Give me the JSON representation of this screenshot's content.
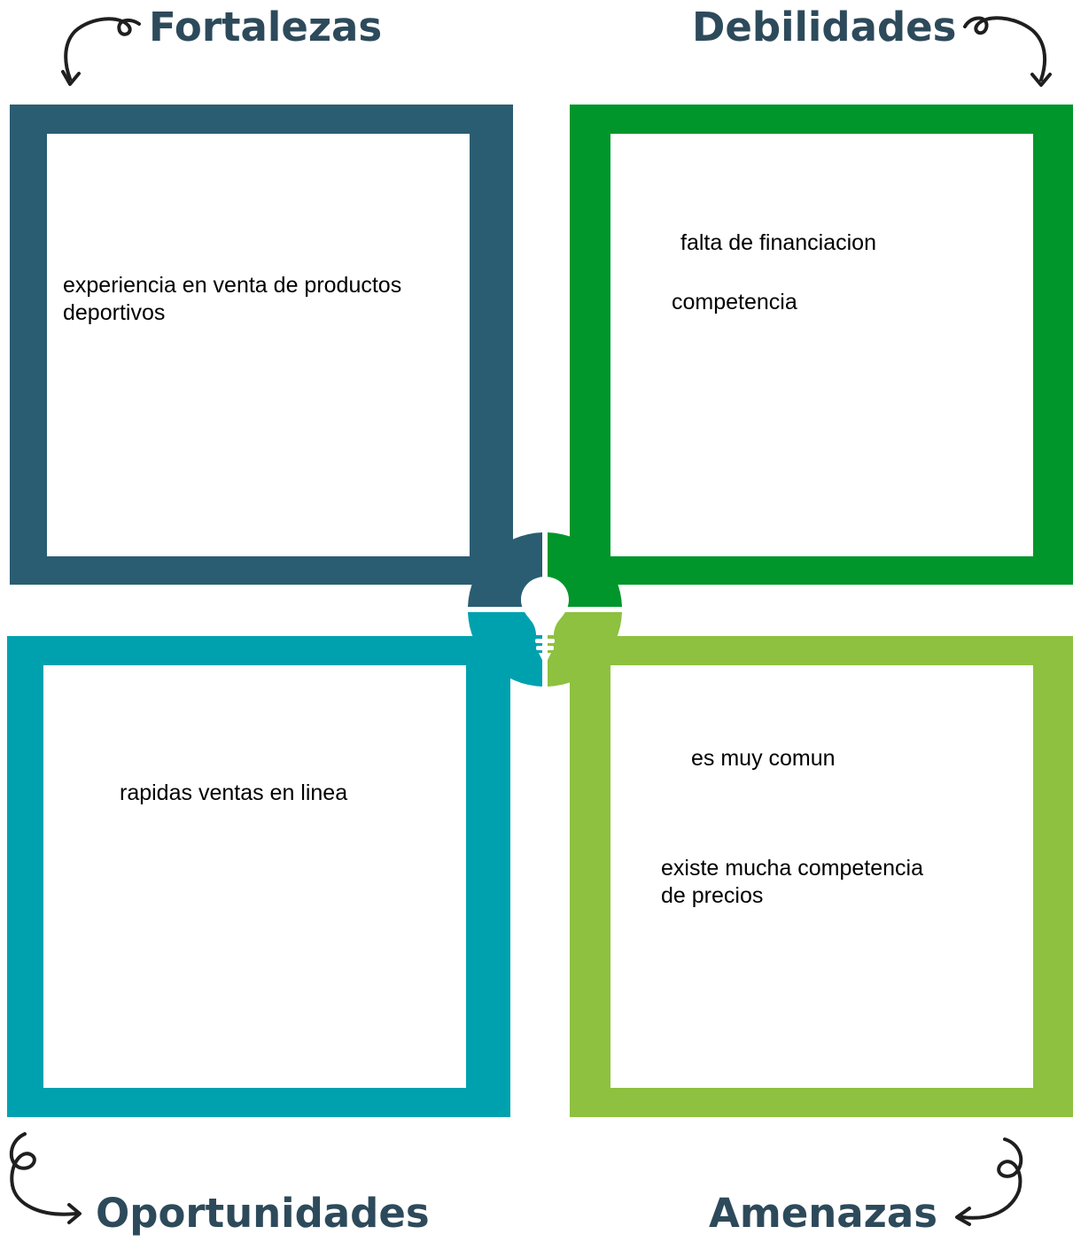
{
  "colors": {
    "heading": "#2d4a5b",
    "fortalezas": "#2a5d72",
    "debilidades": "#00962b",
    "oportunidades": "#00a1af",
    "amenazas": "#8dc13f",
    "hub_icon": "#ffffff"
  },
  "fortalezas": {
    "title": "Fortalezas",
    "text": "experiencia en venta de productos deportivos"
  },
  "debilidades": {
    "title": "Debilidades",
    "items": [
      "falta de financiacion",
      "competencia"
    ]
  },
  "oportunidades": {
    "title": "Oportunidades",
    "text": "rapidas ventas en linea"
  },
  "amenazas": {
    "title": "Amenazas",
    "items": [
      "es muy comun",
      "existe mucha competencia de precios"
    ]
  },
  "hub": {
    "icon": "lightbulb-icon"
  }
}
